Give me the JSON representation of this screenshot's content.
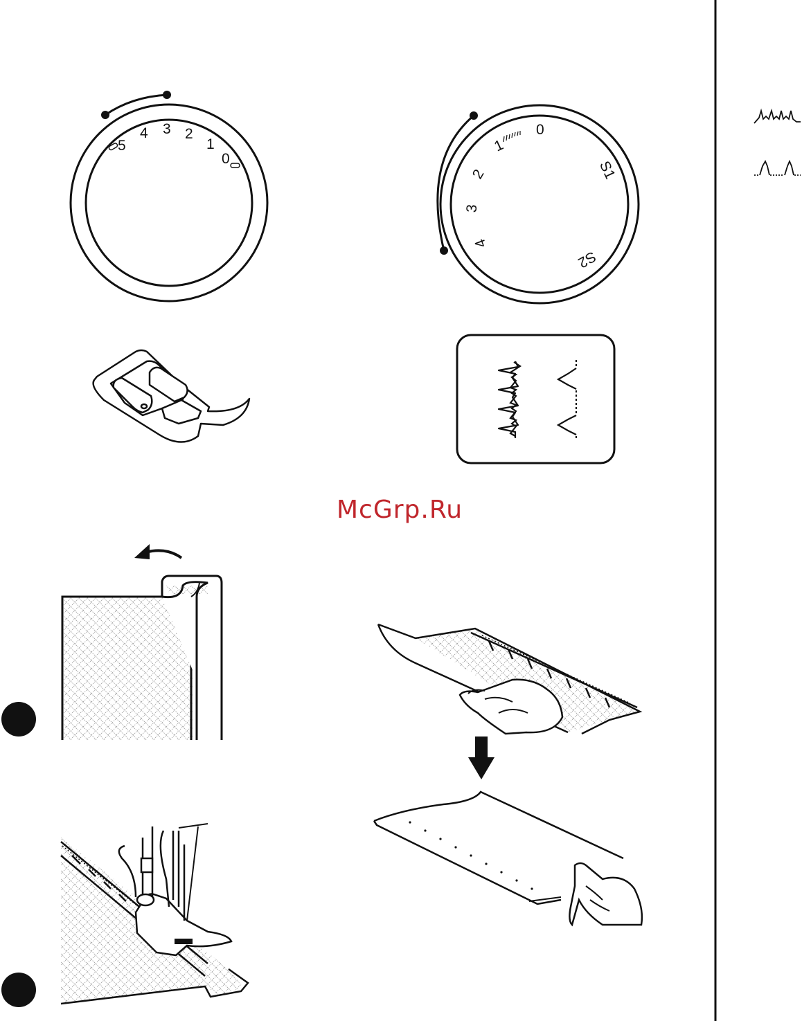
{
  "stitch_length_dial": {
    "labels": [
      "5",
      "4",
      "3",
      "2",
      "1",
      "0"
    ]
  },
  "stitch_width_dial": {
    "labels": [
      "0",
      "1",
      "2",
      "3",
      "4",
      "S1",
      "S2"
    ]
  },
  "watermark": "McGrp.Ru",
  "colors": {
    "line": "#111111",
    "fabric_pattern": "#9a9a9a",
    "watermark": "#c0262c"
  },
  "icons": [
    "stretch-blind-hem-icon",
    "blind-hem-icon",
    "zigzag-presser-foot-icon",
    "step-marker-icon",
    "fold-arrow-icon",
    "down-arrow-icon"
  ]
}
